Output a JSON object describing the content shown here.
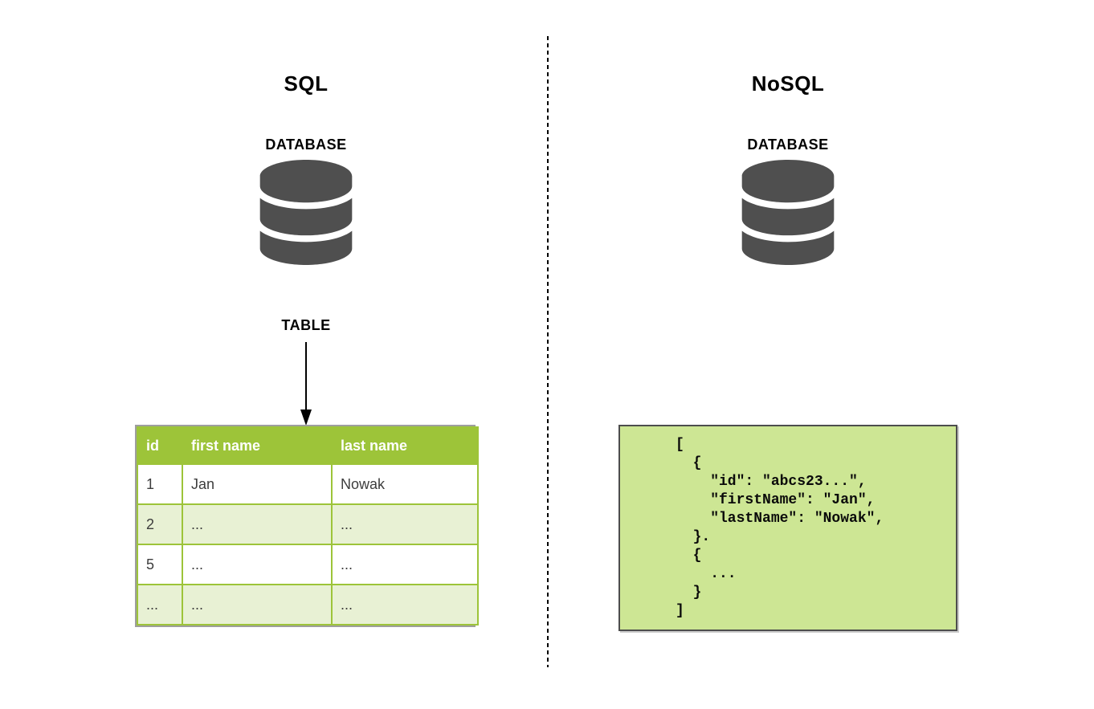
{
  "sql": {
    "title": "SQL",
    "database_label": "DATABASE",
    "table_label": "TABLE",
    "table": {
      "headers": [
        "id",
        "first name",
        "last name"
      ],
      "rows": [
        [
          "1",
          "Jan",
          "Nowak"
        ],
        [
          "2",
          "...",
          "..."
        ],
        [
          "5",
          "...",
          "..."
        ],
        [
          "...",
          "...",
          "..."
        ]
      ]
    }
  },
  "nosql": {
    "title": "NoSQL",
    "database_label": "DATABASE",
    "code": "[\n  {\n    \"id\": \"abcs23...\",\n    \"firstName\": \"Jan\",\n    \"lastName\": \"Nowak\",\n  }.\n  {\n    ...\n  }\n]"
  },
  "icons": {
    "left_database": "database-icon",
    "right_database": "database-icon",
    "arrow": "arrow-down-icon"
  },
  "colors": {
    "accent_green": "#9dc439",
    "row_alt_green": "#e8f1d4",
    "code_background_green": "#cde694",
    "database_icon_gray": "#4f4f4f",
    "code_border_gray": "#4d4d4d",
    "table_outer_border_gray": "#9e9e9e",
    "header_text": "#ffffff",
    "divider_black": "#000000"
  }
}
